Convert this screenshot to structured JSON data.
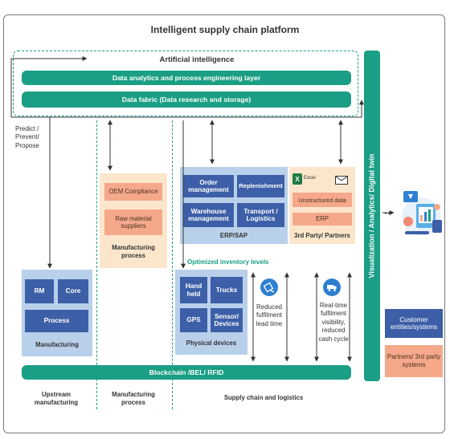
{
  "title": "Intelligent supply chain platform",
  "ai": {
    "label": "Artificial intelligence"
  },
  "layers": {
    "analytics": "Data analytics and process engineering layer",
    "fabric": "Data fabric (Data research and storage)",
    "blockchain": "Blockchain /BEL/ RFID"
  },
  "side_note": {
    "line1": "Predict /",
    "line2": "Prevent/",
    "line3": "Propose"
  },
  "manufacturing_proc": {
    "oem": "OEM Compliance",
    "raw": "Raw material suppliers",
    "label": "Manufacturing process"
  },
  "erp_sap": {
    "order": "Order management",
    "replenishment": "Replenishment",
    "warehouse": "Warehouse management",
    "transport": "Transport / Logistics",
    "label": "ERP/SAP"
  },
  "third_party": {
    "excel": "Excel",
    "unstructured": "Unstructured data",
    "erp": "ERP",
    "label": "3rd Party/ Partners"
  },
  "manufacturing": {
    "rm": "RM",
    "core": "Core",
    "process": "Process",
    "label": "Manufacturing"
  },
  "physical": {
    "optimized": "Optimized inventory levels",
    "handheld": "Hand held",
    "trucks": "Trucks",
    "gps": "GPS",
    "sensor": "Sensor/ Devices",
    "label": "Physical devices"
  },
  "benefits": {
    "reduced": "Reduced fulfilment lead time",
    "realtime": "Real-time fulfilment visibility, reduced cash cycle"
  },
  "viz_bar": "Visualization / Analytics/ Digital twin",
  "right_boxes": {
    "customer": "Customer entities/systems",
    "partners": "Partners/ 3rd party systems"
  },
  "bottom": {
    "upstream": "Upstream manufacturing",
    "mfg_process": "Manufacturing process",
    "supply": "Supply chain and logistics"
  },
  "colors": {
    "teal": "#1a9e84",
    "dark_blue": "#3d5fa8",
    "light_blue": "#b9d0ea",
    "cream": "#fbe6cc",
    "salmon": "#f5a98a"
  }
}
